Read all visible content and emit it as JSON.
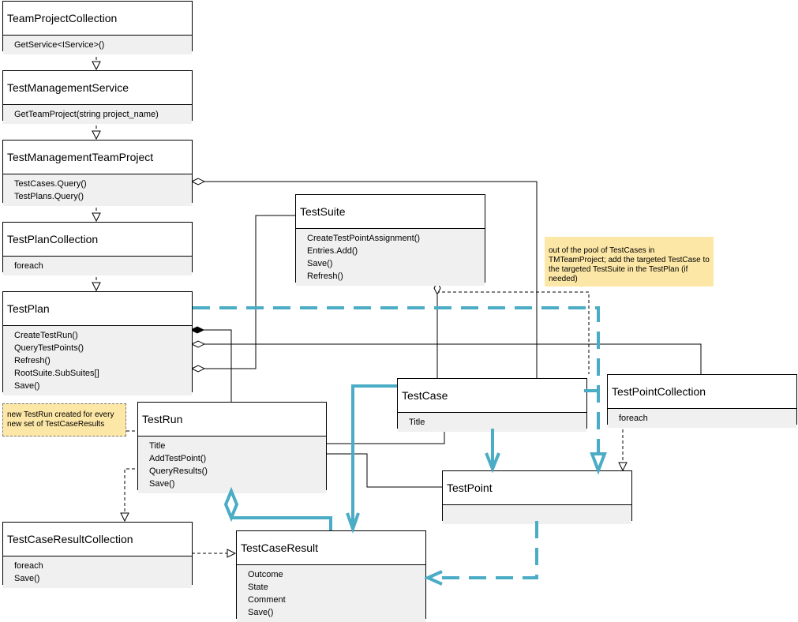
{
  "classes": {
    "team_project_collection": {
      "name": "TeamProjectCollection",
      "methods": [
        "GetService<IService>()"
      ]
    },
    "test_management_service": {
      "name": "TestManagementService",
      "methods": [
        "GetTeamProject(string project_name)"
      ]
    },
    "test_management_team_project": {
      "name": "TestManagementTeamProject",
      "methods": [
        "TestCases.Query()",
        "TestPlans.Query()"
      ]
    },
    "test_plan_collection": {
      "name": "TestPlanCollection",
      "methods": [
        "foreach"
      ]
    },
    "test_plan": {
      "name": "TestPlan",
      "methods": [
        "CreateTestRun()",
        "QueryTestPoints()",
        "Refresh()",
        "RootSuite.SubSuites[]",
        "Save()"
      ]
    },
    "test_suite": {
      "name": "TestSuite",
      "methods": [
        "CreateTestPointAssignment()",
        "Entries.Add()",
        "Save()",
        "Refresh()"
      ]
    },
    "test_case": {
      "name": "TestCase",
      "methods": [
        "Title"
      ]
    },
    "test_point_collection": {
      "name": "TestPointCollection",
      "methods": [
        "foreach"
      ]
    },
    "test_run": {
      "name": "TestRun",
      "methods": [
        "Title",
        "AddTestPoint()",
        "QueryResults()",
        "Save()"
      ]
    },
    "test_point": {
      "name": "TestPoint",
      "methods": []
    },
    "test_case_result_collection": {
      "name": "TestCaseResultCollection",
      "methods": [
        "foreach",
        "Save()"
      ]
    },
    "test_case_result": {
      "name": "TestCaseResult",
      "methods": [
        "Outcome",
        "State",
        "Comment",
        "Save()"
      ]
    }
  },
  "notes": {
    "test_suite_note": "out of the pool of TestCases in TMTeamProject; add the targeted TestCase to the targeted TestSuite in the TestPlan (if needed)",
    "test_run_note": "new TestRun created for every new set of TestCaseResults"
  },
  "colors": {
    "highlight": "#4bacc6",
    "note_fill": "#fde7a6",
    "method_fill": "#f0f0f0"
  }
}
